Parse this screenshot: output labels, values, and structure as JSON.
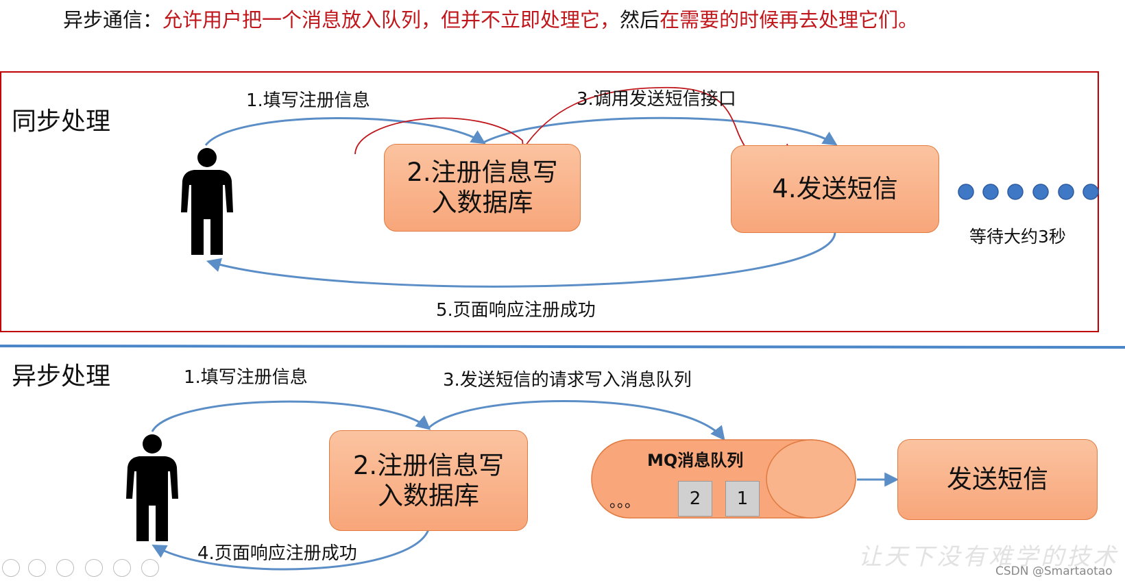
{
  "header": {
    "prefix": "异步通信：",
    "part1": "允许用户把一个消息放入队列，",
    "part2": "但并不立即处理它，",
    "part3": "然后",
    "part4": "在需要的时候再去处理它们。"
  },
  "sync": {
    "label": "同步处理",
    "edge1": "1.填写注册信息",
    "edge3": "3.调用发送短信接口",
    "edge5": "5.页面响应注册成功",
    "box_db": [
      "2.注册信息写",
      "入数据库"
    ],
    "box_sms": "4.发送短信",
    "wait_label": "等待大约3秒"
  },
  "async": {
    "label": "异步处理",
    "edge1": "1.填写注册信息",
    "edge3": "3.发送短信的请求写入消息队列",
    "edge4": "4.页面响应注册成功",
    "box_db": [
      "2.注册信息写",
      "入数据库"
    ],
    "mq_title": "MQ消息队列",
    "mq_ellipsis": "。。。",
    "mq_slots": [
      "2",
      "1"
    ],
    "box_sms": "发送短信"
  },
  "watermark": "让天下没有难学的技术",
  "credit": "CSDN @Smartaotao",
  "colors": {
    "accent_red": "#c0171c",
    "frame_red": "#c00000",
    "arrow_blue": "#5b8ec6",
    "dot_blue": "#3f78c5",
    "box_fill": "#f8a67a",
    "divider_blue": "#4a86c8"
  }
}
